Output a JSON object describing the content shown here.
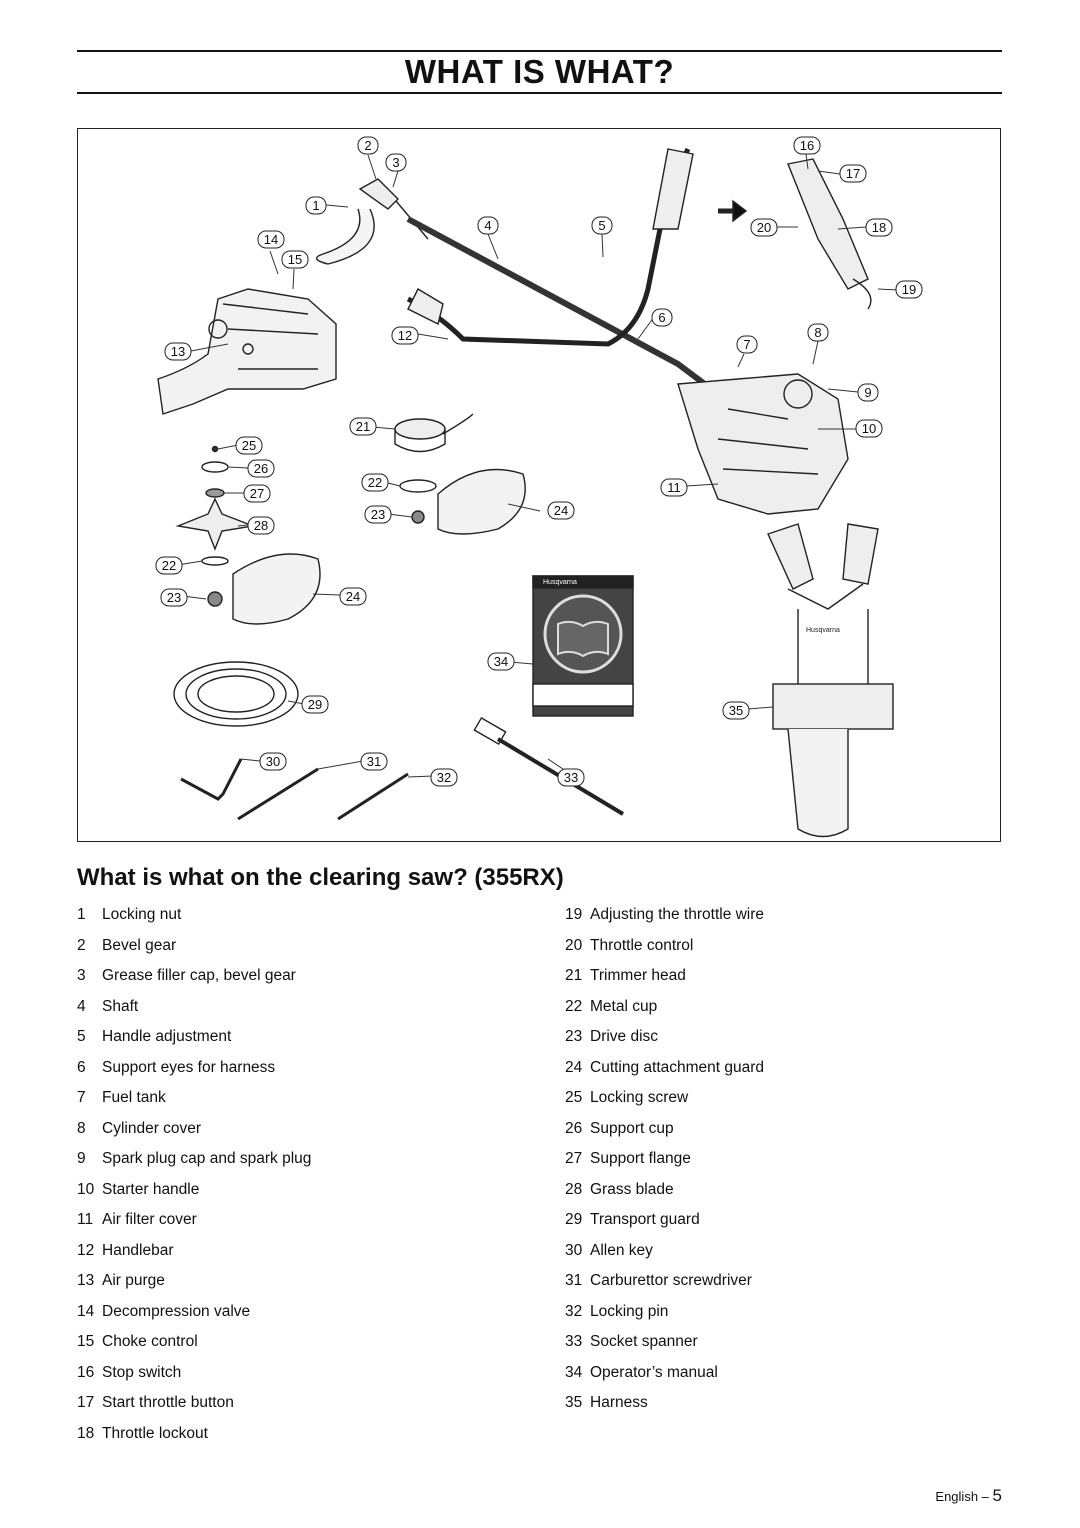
{
  "header": {
    "title": "WHAT IS WHAT?"
  },
  "figure": {
    "callouts": [
      "1",
      "2",
      "3",
      "4",
      "5",
      "6",
      "7",
      "8",
      "9",
      "10",
      "11",
      "12",
      "13",
      "14",
      "15",
      "16",
      "17",
      "18",
      "19",
      "20",
      "21",
      "22",
      "23",
      "24",
      "25",
      "26",
      "27",
      "28",
      "22",
      "23",
      "24",
      "29",
      "30",
      "31",
      "32",
      "33",
      "34",
      "35"
    ],
    "manual_brand": "Husqvarna",
    "harness_brand": "Husqvarna"
  },
  "section": {
    "heading": "What is what on the clearing saw? (355RX)"
  },
  "parts_left": [
    {
      "num": "1",
      "label": "Locking nut"
    },
    {
      "num": "2",
      "label": "Bevel gear"
    },
    {
      "num": "3",
      "label": "Grease filler cap, bevel gear"
    },
    {
      "num": "4",
      "label": "Shaft"
    },
    {
      "num": "5",
      "label": "Handle adjustment"
    },
    {
      "num": "6",
      "label": "Support eyes for harness"
    },
    {
      "num": "7",
      "label": "Fuel tank"
    },
    {
      "num": "8",
      "label": "Cylinder cover"
    },
    {
      "num": "9",
      "label": "Spark plug cap and spark plug"
    },
    {
      "num": "10",
      "label": "Starter handle"
    },
    {
      "num": "11",
      "label": "Air filter cover"
    },
    {
      "num": "12",
      "label": "Handlebar"
    },
    {
      "num": "13",
      "label": "Air purge"
    },
    {
      "num": "14",
      "label": "Decompression valve"
    },
    {
      "num": "15",
      "label": "Choke control"
    },
    {
      "num": "16",
      "label": "Stop switch"
    },
    {
      "num": "17",
      "label": "Start throttle button"
    },
    {
      "num": "18",
      "label": "Throttle lockout"
    }
  ],
  "parts_right": [
    {
      "num": "19",
      "label": "Adjusting the throttle wire"
    },
    {
      "num": "20",
      "label": "Throttle control"
    },
    {
      "num": "21",
      "label": "Trimmer head"
    },
    {
      "num": "22",
      "label": "Metal cup"
    },
    {
      "num": "23",
      "label": "Drive disc"
    },
    {
      "num": "24",
      "label": "Cutting attachment guard"
    },
    {
      "num": "25",
      "label": "Locking screw"
    },
    {
      "num": "26",
      "label": "Support cup"
    },
    {
      "num": "27",
      "label": "Support flange"
    },
    {
      "num": "28",
      "label": "Grass blade"
    },
    {
      "num": "29",
      "label": "Transport guard"
    },
    {
      "num": "30",
      "label": "Allen key"
    },
    {
      "num": "31",
      "label": "Carburettor screwdriver"
    },
    {
      "num": "32",
      "label": "Locking pin"
    },
    {
      "num": "33",
      "label": "Socket spanner"
    },
    {
      "num": "34",
      "label": "Operator’s manual"
    },
    {
      "num": "35",
      "label": "Harness"
    }
  ],
  "footer": {
    "language": "English",
    "dash": "–",
    "page": "5"
  }
}
